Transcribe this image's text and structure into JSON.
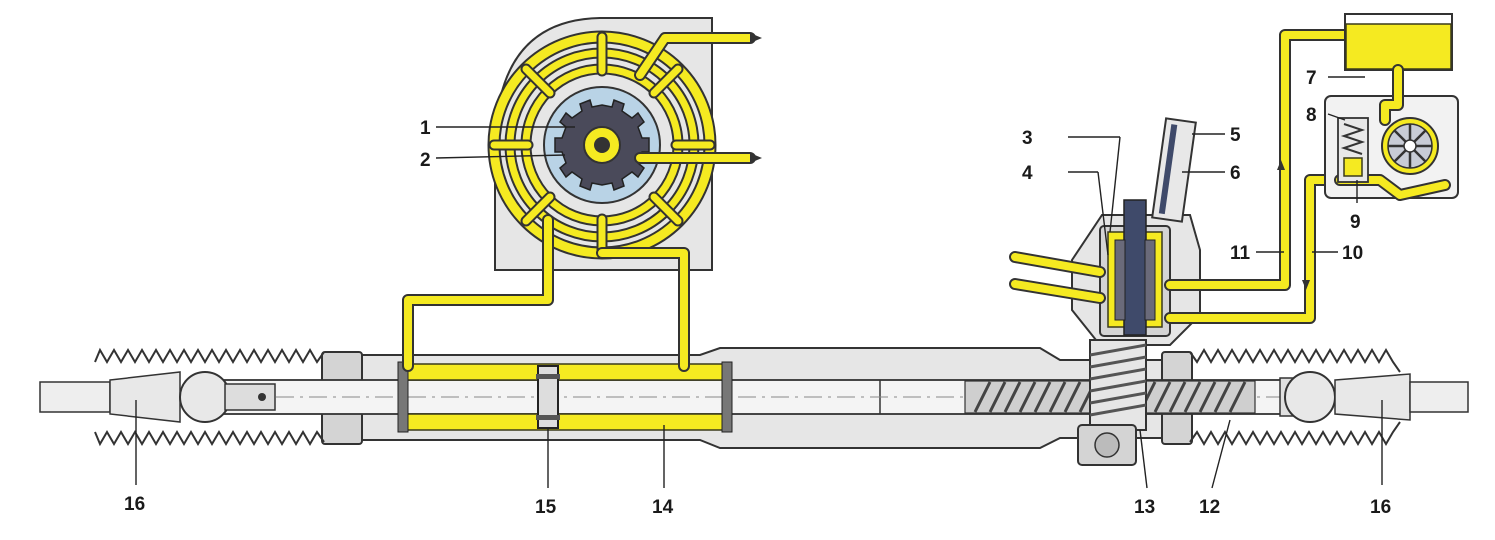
{
  "diagram": {
    "labels": [
      {
        "id": "l1",
        "text": "1"
      },
      {
        "id": "l2",
        "text": "2"
      },
      {
        "id": "l3",
        "text": "3"
      },
      {
        "id": "l4",
        "text": "4"
      },
      {
        "id": "l5",
        "text": "5"
      },
      {
        "id": "l6",
        "text": "6"
      },
      {
        "id": "l7",
        "text": "7"
      },
      {
        "id": "l8",
        "text": "8"
      },
      {
        "id": "l9",
        "text": "9"
      },
      {
        "id": "l10",
        "text": "10"
      },
      {
        "id": "l11",
        "text": "11"
      },
      {
        "id": "l12",
        "text": "12"
      },
      {
        "id": "l13",
        "text": "13"
      },
      {
        "id": "l14",
        "text": "14"
      },
      {
        "id": "l15",
        "text": "15"
      },
      {
        "id": "l16a",
        "text": "16"
      },
      {
        "id": "l16b",
        "text": "16"
      }
    ],
    "colors": {
      "hydraulic_fluid": "#f5ea21",
      "housing": "#e6e6e6",
      "outline": "#333333",
      "rotor": "#4a4a5a",
      "rotor_chamber": "#b9d3e6"
    }
  }
}
